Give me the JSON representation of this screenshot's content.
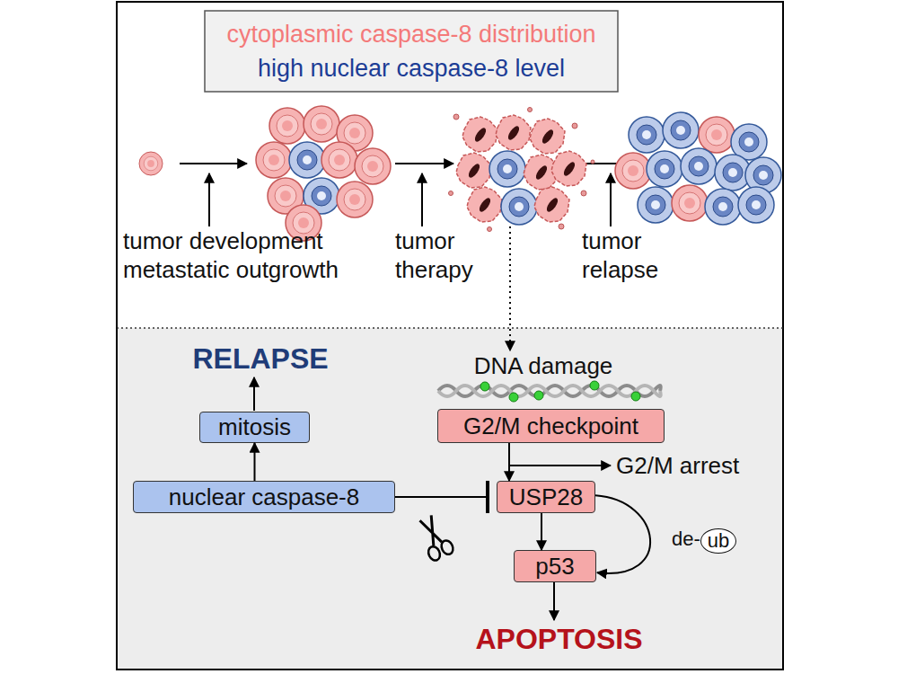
{
  "diagram": {
    "nodes": [
      {
        "text": [
          "mitosis"
        ]
      },
      {
        "text": [
          "G2/M checkpoint"
        ]
      },
      {
        "text": [
          "nuclear caspase-8"
        ]
      },
      {
        "text": [
          "USP28"
        ]
      },
      {
        "text": [
          "ub"
        ]
      },
      {
        "text": [
          "p53"
        ]
      }
    ],
    "edges": [
      {
        "from": 2,
        "to": 0,
        "arrow": "to"
      },
      {
        "from": 2,
        "to": 3,
        "arrow": "to"
      },
      {
        "from": 1,
        "to": 3,
        "arrow": "to"
      },
      {
        "from": 3,
        "to": 5,
        "arrow": "to"
      },
      {
        "from": 3,
        "to": 5,
        "arrow": "to"
      }
    ],
    "labels": [
      "tumor development metastatic outgrowth",
      "tumor therapy",
      "tumor relapse",
      "RELAPSE",
      "DNA damage",
      "G2/M arrest",
      "de-",
      "APOPTOSIS"
    ],
    "legend": [
      {
        "text": "cytoplasmic caspase-8 distribution",
        "color": "#f47a7a"
      },
      {
        "text": "high nuclear caspase-8 level",
        "color": "#1c3d96"
      }
    ]
  }
}
